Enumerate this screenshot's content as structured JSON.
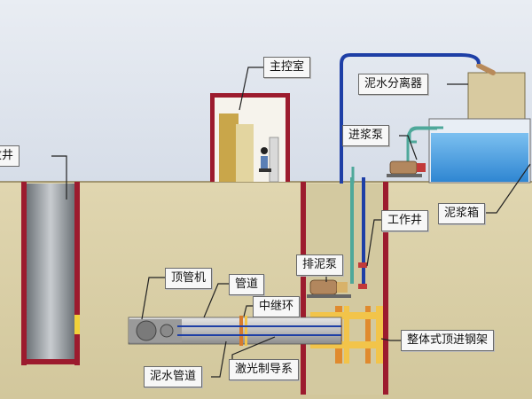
{
  "labels": {
    "receiving_well": "接收井",
    "control_room": "主控室",
    "separator": "泥水分离器",
    "feed_pump": "进浆泵",
    "mud_tank": "泥浆箱",
    "work_well": "工作井",
    "discharge_pump": "排泥泵",
    "jacking_machine": "顶管机",
    "pipeline": "管道",
    "relay_ring": "中继环",
    "jacking_frame": "整体式顶进钢架",
    "mud_pipe": "泥水管道",
    "laser_guide": "激光制导系"
  },
  "colors": {
    "sky": "#dfe5ee",
    "soil": "#d9cfa9",
    "well_wall": "#9c1b2e",
    "pipe_blue": "#1e3fa6",
    "pipe_teal": "#4ea89a",
    "water": "#5aa8e6",
    "leader": "#222222"
  }
}
